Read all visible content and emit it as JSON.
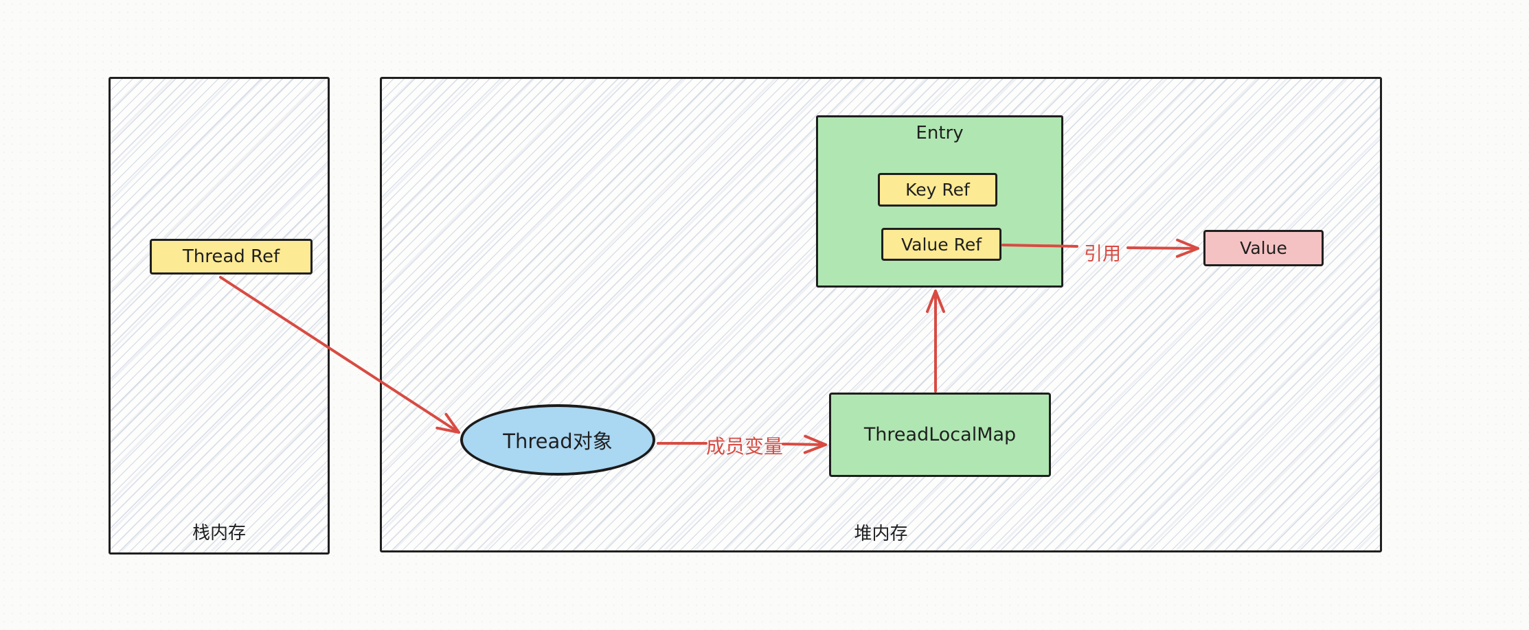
{
  "regions": {
    "stack": {
      "label": "栈内存"
    },
    "heap": {
      "label": "堆内存"
    }
  },
  "nodes": {
    "thread_ref": {
      "label": "Thread Ref",
      "fill": "#fdea94"
    },
    "thread_obj": {
      "label": "Thread对象",
      "fill": "#aad7f2"
    },
    "thread_local_map": {
      "label": "ThreadLocalMap",
      "fill": "#b0e6b2"
    },
    "entry": {
      "label": "Entry",
      "fill": "#b0e6b2"
    },
    "key_ref": {
      "label": "Key Ref",
      "fill": "#fdea94"
    },
    "value_ref": {
      "label": "Value Ref",
      "fill": "#fdea94"
    },
    "value": {
      "label": "Value",
      "fill": "#f5c2c3"
    }
  },
  "edges": {
    "thread_obj_to_map": {
      "label": "成员变量"
    },
    "value_ref_to_value": {
      "label": "引用"
    }
  },
  "colors": {
    "arrow": "#d84b42",
    "stroke": "#1f1f1f",
    "canvas_bg": "#fbfbf9"
  }
}
